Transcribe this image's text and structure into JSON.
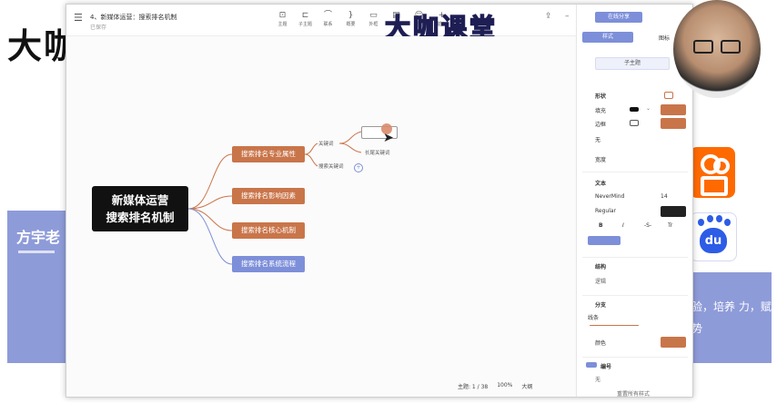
{
  "background": {
    "left_title": "大咖",
    "left_panel_text": "方宇老",
    "right_panel_text": "验，培养 力，赋势",
    "accent_colors": {
      "panel": "#8e9bd9",
      "kuaishou": "#ff6a00",
      "baidu": "#2d5ce6"
    },
    "baidu_label": "du"
  },
  "watermark": "大咖课堂",
  "window": {
    "doc_title": "4、新媒体运营：搜索排名机制",
    "doc_subtitle": "已保存",
    "toolbar": [
      "主题",
      "子主题",
      "联系",
      "概要",
      "外框",
      "笔记",
      "贴纸",
      "插入"
    ],
    "status": {
      "page": "主题: 1 / 38",
      "zoom": "100%",
      "view": "大纲"
    }
  },
  "mindmap": {
    "central": {
      "line1": "新媒体运营",
      "line2": "搜索排名机制"
    },
    "branches": [
      "搜索排名专业属性",
      "搜索排名影响因素",
      "搜索排名核心机制",
      "搜索排名系统流程"
    ],
    "subs": [
      "关键词",
      "搜索关键词",
      "长尾关键词"
    ]
  },
  "sidebar": {
    "tabs": [
      "样式",
      "图标"
    ],
    "top_button": "在线分享",
    "sub_button": "子主题",
    "shape_title": "形状",
    "fill_label": "填充",
    "border_label": "边框",
    "none_label": "无",
    "width_label": "宽度",
    "text_title": "文本",
    "font_name": "NeverMind",
    "font_size": "14",
    "font_style": "Regular",
    "align_labels": [
      "B",
      "I",
      "-S-",
      "Tr"
    ],
    "structure_title": "结构",
    "structure_value": "逻辑",
    "branch_title": "分支",
    "branch_label": "线条",
    "color_label": "颜色",
    "number_title": "编号",
    "number_value": "无",
    "bottom_link": "重置所有样式",
    "colors": {
      "accent": "#7d8fd9",
      "orange": "#c9754a",
      "fill": "#111111"
    }
  }
}
